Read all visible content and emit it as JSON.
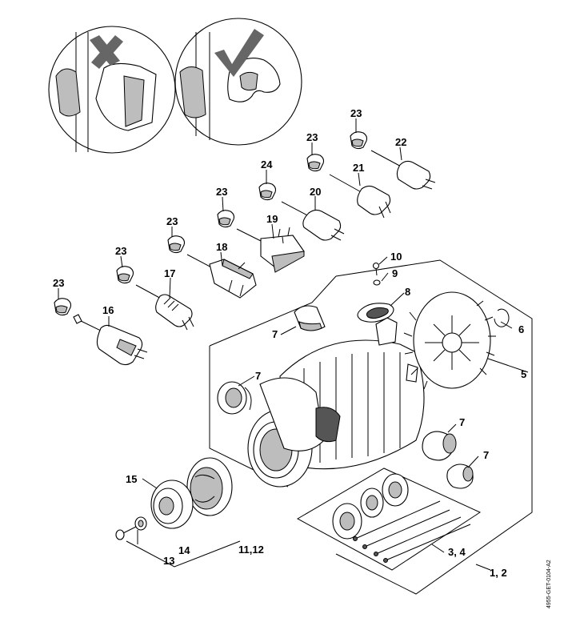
{
  "callouts": {
    "c1_2": "1, 2",
    "c3_4": "3, 4",
    "c5": "5",
    "c6": "6",
    "c7a": "7",
    "c7b": "7",
    "c7c": "7",
    "c7d": "7",
    "c8": "8",
    "c9": "9",
    "c10": "10",
    "c11_12": "11,12",
    "c13": "13",
    "c14": "14",
    "c15": "15",
    "c16": "16",
    "c17": "17",
    "c18": "18",
    "c19": "19",
    "c20": "20",
    "c21": "21",
    "c22": "22",
    "c23a": "23",
    "c23b": "23",
    "c23c": "23",
    "c23d": "23",
    "c23e": "23",
    "c23f": "23",
    "c24": "24"
  },
  "drawing_code": "4955-GET-0104-A2",
  "icons": {
    "wrong": "cross-mark-icon",
    "correct": "check-mark-icon"
  },
  "colors": {
    "line": "#000000",
    "shade": "#bdbdbd",
    "mark": "#666666"
  }
}
